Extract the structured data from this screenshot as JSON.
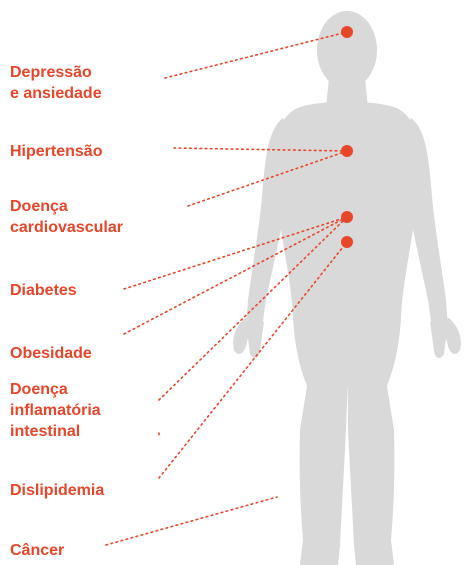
{
  "colors": {
    "accent": "#E8462A",
    "body": "#D9D9D9",
    "background": "#FFFFFF"
  },
  "labels": [
    {
      "id": "depressao",
      "lines": [
        "Depressão",
        "e ansiedade"
      ]
    },
    {
      "id": "hipertensao",
      "lines": [
        "Hipertensão"
      ]
    },
    {
      "id": "cardiovascular",
      "lines": [
        "Doença",
        "cardiovascular"
      ]
    },
    {
      "id": "diabetes",
      "lines": [
        "Diabetes"
      ]
    },
    {
      "id": "obesidade",
      "lines": [
        "Obesidade"
      ]
    },
    {
      "id": "inflamatoria",
      "lines": [
        "Doença",
        "inflamatória",
        "intestinal"
      ]
    },
    {
      "id": "dislipidemia",
      "lines": [
        "Dislipidemia"
      ]
    },
    {
      "id": "cancer",
      "lines": [
        "Câncer"
      ]
    }
  ],
  "markers": [
    "head",
    "chest",
    "upper-abdomen",
    "lower-abdomen"
  ],
  "icons": {
    "figure": "human-body-silhouette-icon",
    "marker": "red-dot-marker-icon"
  }
}
